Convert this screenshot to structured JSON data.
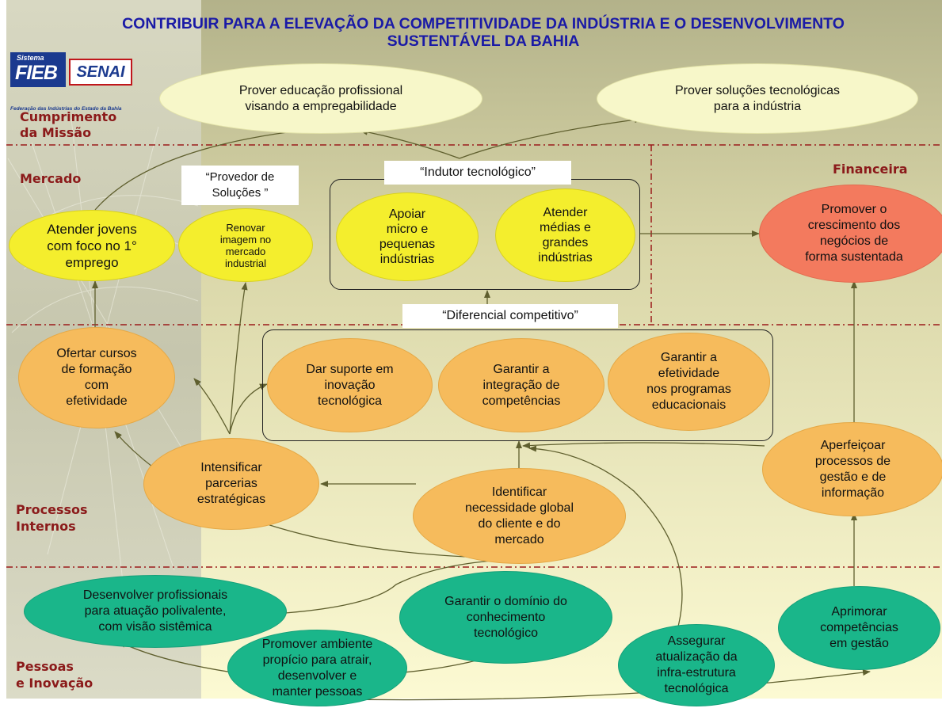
{
  "title": {
    "line1": "CONTRIBUIR PARA A ELEVAÇÃO DA COMPETITIVIDADE DA INDÚSTRIA E O DESENVOLVIMENTO",
    "line2": "SUSTENTÁVEL DA BAHIA"
  },
  "logo": {
    "sistema": "Sistema",
    "fieb": "FIEB",
    "senai": "SENAI",
    "subtitle": "Federação das Indústrias do Estado da Bahia"
  },
  "perspectives": {
    "missao_l1": "Cumprimento",
    "missao_l2": "da Missão",
    "mercado": "Mercado",
    "financeira": "Financeira",
    "processos_l1": "Processos",
    "processos_l2": "Internos",
    "pessoas_l1": "Pessoas",
    "pessoas_l2": "e Inovação"
  },
  "tags": {
    "provedor_l1": "“Provedor de",
    "provedor_l2": "Soluções ”",
    "indutor": "“Indutor tecnológico”",
    "diferencial": "“Diferencial competitivo”"
  },
  "nodes": {
    "educacao": [
      "Prover educação profissional",
      "visando a empregabilidade"
    ],
    "solucoes": [
      "Prover soluções tecnológicas",
      "para a indústria"
    ],
    "jovens": [
      "Atender jovens",
      "com foco no 1°",
      "emprego"
    ],
    "renovar": [
      "Renovar",
      "imagem no",
      "mercado",
      "industrial"
    ],
    "micro": [
      "Apoiar",
      "micro e",
      "pequenas",
      "indústrias"
    ],
    "medias": [
      "Atender",
      "médias e",
      "grandes",
      "indústrias"
    ],
    "crescimento": [
      "Promover o",
      "crescimento dos",
      "negócios de",
      "forma sustentada"
    ],
    "cursos": [
      "Ofertar cursos",
      "de formação",
      "com",
      "efetividade"
    ],
    "suporte": [
      "Dar suporte em",
      "inovação",
      "tecnológica"
    ],
    "integracao": [
      "Garantir a",
      "integração de",
      "competências"
    ],
    "efetividade": [
      "Garantir a",
      "efetividade",
      "nos programas",
      "educacionais"
    ],
    "parcerias": [
      "Intensificar",
      "parcerias",
      "estratégicas"
    ],
    "necessidade": [
      "Identificar",
      "necessidade global",
      "do cliente e do",
      "mercado"
    ],
    "gestao_proc": [
      "Aperfeiçoar",
      "processos de",
      "gestão e de",
      "informação"
    ],
    "polivalente": [
      "Desenvolver profissionais",
      "para atuação polivalente,",
      "com visão sistêmica"
    ],
    "dominio": [
      "Garantir o domínio do",
      "conhecimento",
      "tecnológico"
    ],
    "ambiente": [
      "Promover ambiente",
      "propício para atrair,",
      "desenvolver e",
      "manter pessoas"
    ],
    "infra": [
      "Assegurar",
      "atualização da",
      "infra-estrutura",
      "tecnológica"
    ],
    "competencias_gestao": [
      "Aprimorar",
      "competências",
      "em gestão"
    ]
  },
  "colors": {
    "title": "#1a1aa6",
    "perspective_label": "#8b1a1a",
    "divider": "#9b1b1b",
    "cream": "#f7f7c9",
    "yellow": "#f4ee2d",
    "orange": "#f6bb5c",
    "salmon": "#f37a5e",
    "teal": "#1ab68a",
    "connector": "#6b6b35"
  }
}
